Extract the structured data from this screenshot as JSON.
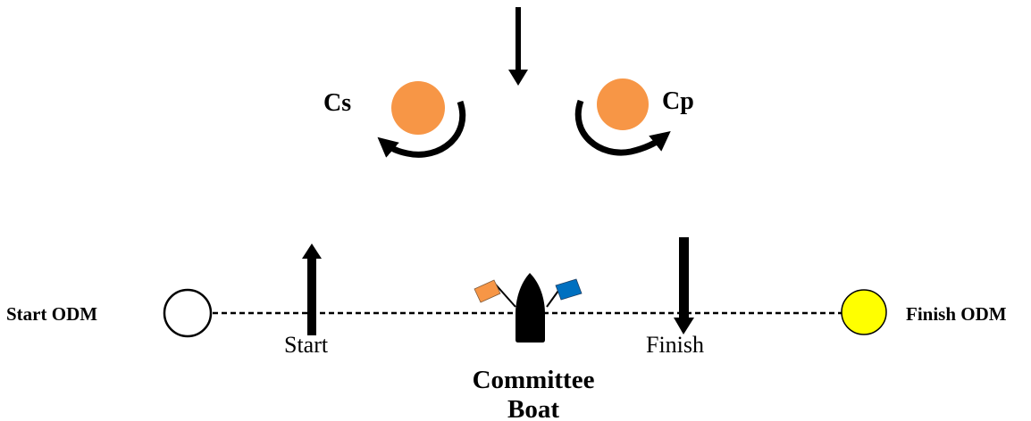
{
  "labels": {
    "cs": "Cs",
    "cp": "Cp",
    "start_odm": "Start ODM",
    "finish_odm": "Finish ODM",
    "start": "Start",
    "finish": "Finish",
    "committee_line1": "Committee",
    "committee_line2": "Boat"
  },
  "colors": {
    "mark_orange": "#F79646",
    "finish_odm_fill": "#FFFF00",
    "flag_orange": "#F79646",
    "flag_blue": "#0070C0",
    "ink": "#000000"
  },
  "icons": {
    "wind": "arrow-down-icon",
    "start_direction": "arrow-up-icon",
    "finish_direction": "arrow-down-icon",
    "rounding": "curved-arrow-icon",
    "boat": "boat-icon",
    "flag": "flag-icon"
  }
}
